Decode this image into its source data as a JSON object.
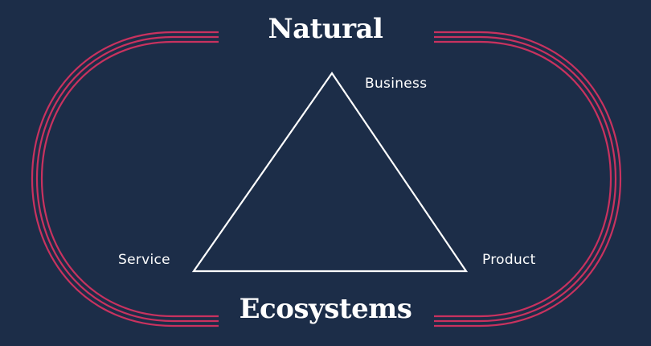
{
  "diagram": {
    "top_title": "Natural",
    "bottom_title": "Ecosystems",
    "vertices": {
      "top": "Business",
      "left": "Service",
      "right": "Product"
    }
  },
  "colors": {
    "background": "#1c2d48",
    "ring": "#c8325f",
    "triangle": "#ffffff",
    "text": "#ffffff"
  }
}
